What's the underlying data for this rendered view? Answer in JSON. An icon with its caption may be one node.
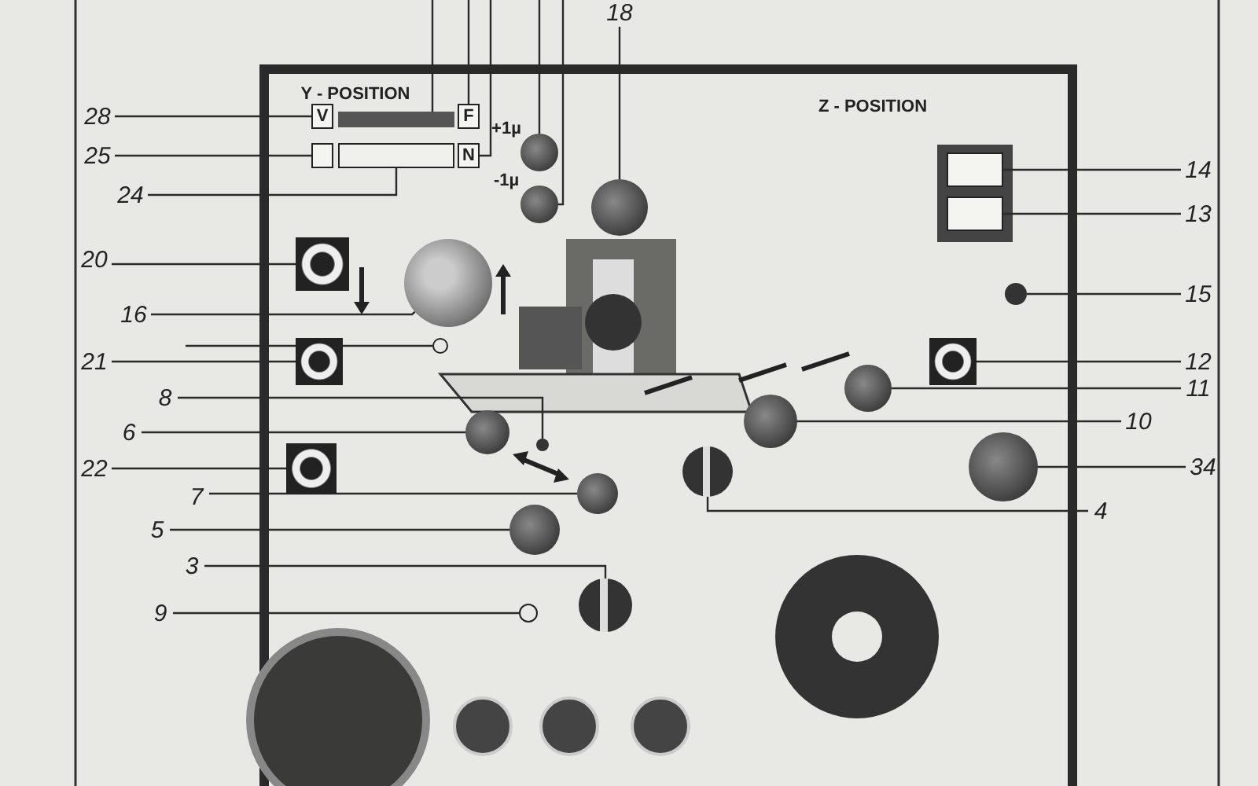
{
  "diagram": {
    "nodes": [
      {
        "text": [
          "28"
        ]
      },
      {
        "text": [
          "V"
        ]
      },
      {
        "text": [
          "25"
        ]
      },
      {
        "text": [],
        "shape": "box"
      },
      {
        "text": [
          "24"
        ]
      },
      {
        "text": [],
        "shape": "box"
      },
      {
        "text": [
          "20"
        ]
      },
      {
        "text": [],
        "shape": "box"
      },
      {
        "text": [
          "16"
        ]
      },
      {
        "text": [],
        "shape": "circle"
      },
      {
        "text": [
          "21"
        ]
      },
      {
        "text": [],
        "shape": "box"
      },
      {
        "text": [
          "8"
        ]
      },
      {
        "text": [],
        "shape": "circle"
      },
      {
        "text": [
          "6"
        ]
      },
      {
        "text": [],
        "shape": "circle"
      },
      {
        "text": [
          "22"
        ]
      },
      {
        "text": [],
        "shape": "box"
      },
      {
        "text": [
          "7"
        ]
      },
      {
        "text": [],
        "shape": "circle"
      },
      {
        "text": [
          "5"
        ]
      },
      {
        "text": [],
        "shape": "circle"
      },
      {
        "text": [
          "3"
        ]
      },
      {
        "text": [],
        "shape": "circle"
      },
      {
        "text": [
          "9"
        ]
      },
      {
        "text": [],
        "shape": "circle"
      },
      {
        "text": [
          "14"
        ]
      },
      {
        "text": [],
        "shape": "box"
      },
      {
        "text": [
          "13"
        ]
      },
      {
        "text": [],
        "shape": "box"
      },
      {
        "text": [
          "15"
        ]
      },
      {
        "text": [],
        "shape": "circle"
      },
      {
        "text": [
          "12"
        ]
      },
      {
        "text": [],
        "shape": "box"
      },
      {
        "text": [
          "11"
        ]
      },
      {
        "text": [],
        "shape": "circle"
      },
      {
        "text": [
          "10"
        ]
      },
      {
        "text": [],
        "shape": "circle"
      },
      {
        "text": [
          "34"
        ]
      },
      {
        "text": [],
        "shape": "circle"
      },
      {
        "text": [
          "4"
        ]
      },
      {
        "text": [],
        "shape": "circle"
      },
      {
        "text": [
          "18"
        ]
      },
      {
        "text": [],
        "shape": "circle"
      },
      {
        "text": [
          "F"
        ]
      },
      {
        "text": [
          "N"
        ]
      },
      {
        "text": [],
        "shape": "circle"
      },
      {
        "text": [],
        "shape": "circle"
      },
      {
        "text": [],
        "shape": "bar"
      },
      {
        "text": [],
        "shape": "circle"
      }
    ],
    "edges": [
      {
        "from": 0,
        "to": 1,
        "arrow": "none"
      },
      {
        "from": 2,
        "to": 3,
        "arrow": "none"
      },
      {
        "from": 4,
        "to": 5,
        "arrow": "none"
      },
      {
        "from": 6,
        "to": 7,
        "arrow": "none"
      },
      {
        "from": 8,
        "to": 9,
        "arrow": "none"
      },
      {
        "from": 10,
        "to": 11,
        "arrow": "none"
      },
      {
        "from": 12,
        "to": 13,
        "arrow": "none"
      },
      {
        "from": 14,
        "to": 15,
        "arrow": "none"
      },
      {
        "from": 16,
        "to": 17,
        "arrow": "none"
      },
      {
        "from": 18,
        "to": 19,
        "arrow": "none"
      },
      {
        "from": 20,
        "to": 21,
        "arrow": "none"
      },
      {
        "from": 22,
        "to": 23,
        "arrow": "none"
      },
      {
        "from": 24,
        "to": 25,
        "arrow": "none"
      },
      {
        "from": 26,
        "to": 27,
        "arrow": "none"
      },
      {
        "from": 28,
        "to": 29,
        "arrow": "none"
      },
      {
        "from": 30,
        "to": 31,
        "arrow": "none"
      },
      {
        "from": 32,
        "to": 33,
        "arrow": "none"
      },
      {
        "from": 34,
        "to": 35,
        "arrow": "none"
      },
      {
        "from": 36,
        "to": 37,
        "arrow": "none"
      },
      {
        "from": 38,
        "to": 39,
        "arrow": "none"
      },
      {
        "from": 40,
        "to": 41,
        "arrow": "none"
      },
      {
        "from": 42,
        "to": 43,
        "arrow": "none"
      },
      {
        "from": null,
        "to": 44,
        "arrow": "none"
      },
      {
        "from": null,
        "to": 45,
        "arrow": "none"
      },
      {
        "from": null,
        "to": 46,
        "arrow": "none"
      },
      {
        "from": null,
        "to": 47,
        "arrow": "none"
      },
      {
        "from": null,
        "to": 48,
        "arrow": "none"
      },
      {
        "from": null,
        "to": 49,
        "arrow": "none"
      }
    ],
    "labels": [
      "Y - POSITION",
      "Z - POSITION",
      "+1µ",
      "-1µ"
    ]
  }
}
